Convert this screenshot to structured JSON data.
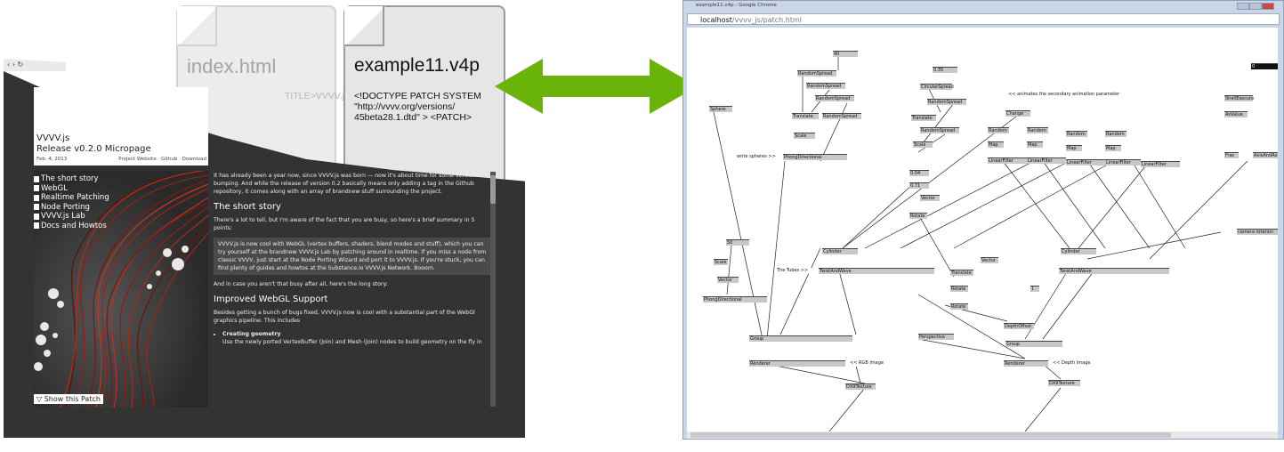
{
  "files": {
    "html": {
      "name": "index.html",
      "code": "TITLE>VVVV.js"
    },
    "v4p": {
      "name": "example11.v4p",
      "code": "<!DOCTYPE PATCH  SYSTEM \"http://vvvv.org/versions/    45beta28.1.dtd\" >   <PATCH>"
    }
  },
  "arrow": {
    "color": "#6ab40a",
    "icon": "double-arrow-icon"
  },
  "left_page": {
    "header": {
      "title": "VVVV.js",
      "subtitle": "Release v0.2.0 Micropage",
      "date": "Feb. 4, 2013",
      "links": [
        "Project Website",
        "Github",
        "Download"
      ]
    },
    "nav": [
      "The short story",
      "WebGL",
      "Realtime Patching",
      "Node Porting",
      "VVVV.js Lab",
      "Docs and Howtos"
    ],
    "show_patch": "▽ Show this Patch",
    "content": {
      "intro": "It has already been a year now, since VVVV.js was born — now it's about time for some version bumping. And while the release of version 0.2 basically means only adding a tag in the Github repository, it comes along with an array of brandnew stuff surrounding the project.",
      "h1": "The short story",
      "p1": "There's a lot to tell, but I'm aware of the fact that you are busy, so here's a brief summary in 5 points:",
      "box": "VVVV.js is now cool with WebGL (vertex buffers, shaders, blend modes and stuff), which you can try yourself at the brandnew VVVV.js Lab by patching around in realtime. If you miss a node from classic VVVV, just start at the Node Porting Wizard and port it to VVVV.js. If you're stuck, you can find plenty of guides and howtos at the Substance.io VVVV.js Network. Booom.",
      "p2": "And in case you aren't that busy after all, here's the long story:",
      "h2": "Improved WebGL Support",
      "p3": "Besides getting a bunch of bugs fixed, VVVV.js now is cool with a substantial part of the WebGl graphics pipeline. This includes",
      "li_title": "Creating geometry",
      "li_text": "Use the newly ported VertexBuffer (Join) and Mesh (Join) nodes to build geometry on the fly in"
    }
  },
  "right_window": {
    "title": "example11.v4p - Google Chrome",
    "url_host": "localhost",
    "url_path": "/vvvv_js/patch.html",
    "nodes": [
      "RandomSpread",
      "RandomSpread",
      "RandomSpread",
      "Translate",
      "RandomSpread",
      "Scale",
      "Sphere",
      "PhongDirectional",
      "write spheres >>",
      "CircularSpread",
      "RandomSpread",
      "Translate",
      "RandomSpread",
      "Scale",
      "<< animates the secondary animation parameter",
      "Change",
      "Random",
      "Random",
      "Random",
      "Random",
      "Map",
      "Map",
      "Map",
      "Map",
      "LinearFilter",
      "LinearFilter",
      "LinearFilter",
      "LinearFilter",
      "LinearFilter",
      "Vector",
      "Rotate",
      "Cylinder",
      "Cylinder",
      "The Tubes >>",
      "TwistAndWave",
      "TwistAndWave",
      "Scale",
      "Vector",
      "PhongDirectional",
      "Translate",
      "Rotate",
      "Rotate",
      "Vector",
      "Group",
      "Group",
      "Perspective",
      "DepthOffset",
      "Renderer",
      "<< RGB Image",
      "Renderer",
      "<< Depth Image",
      "DX9Texture",
      "DX9Texture",
      "camera rotation",
      "ShellExecute",
      "AsValue",
      "AxisAndAxis",
      "Frac",
      "40",
      "0.35",
      "0.04",
      "0.71",
      "50",
      "1",
      "0"
    ]
  }
}
